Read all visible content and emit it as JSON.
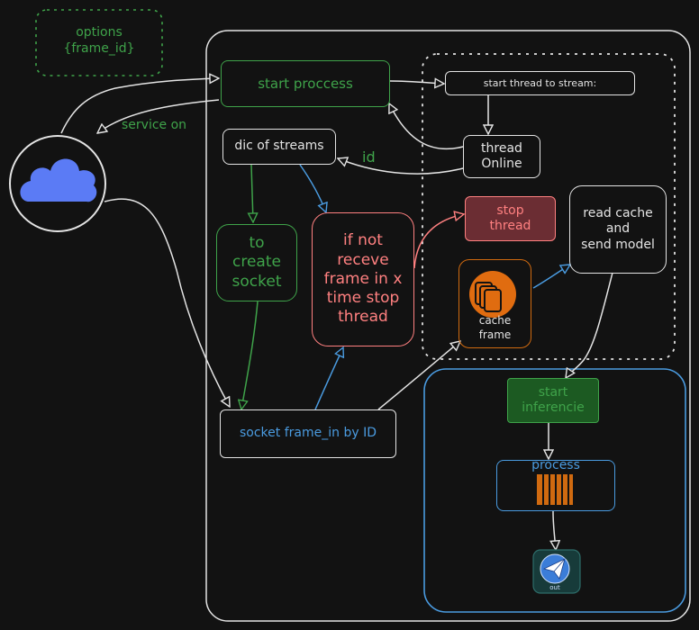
{
  "colors": {
    "background": "#121212",
    "line": "#e4e4e4",
    "green": "#3fa34a",
    "green_fill": "#1c5a22",
    "blue": "#4a9be0",
    "red": "#ff8080",
    "red_fill": "#6b2d33",
    "orange": "#d06a10",
    "cloud": "#5b7bf5"
  },
  "options_label": "options\n{frame_id}",
  "service_on_label": "service on",
  "id_label": "id",
  "nodes": {
    "start_process": "start proccess",
    "start_thread": "start thread to stream:",
    "thread_online": "thread\nOnline",
    "dic_streams": "dic of streams",
    "to_create_socket": "to\ncreate\nsocket",
    "if_not_receive": "if not\nreceve\nframe in x\ntime stop\nthread",
    "stop_thread": "stop\nthread",
    "read_cache": "read cache\nand\nsend model",
    "cache_frame": "cache\nframe",
    "socket_frame": "socket frame_in by ID",
    "start_inference": "start\ninferencie",
    "process": "process",
    "out": "out"
  },
  "icons": [
    "cloud-icon",
    "cache-stack-icon",
    "server-icon",
    "paper-plane-icon"
  ]
}
